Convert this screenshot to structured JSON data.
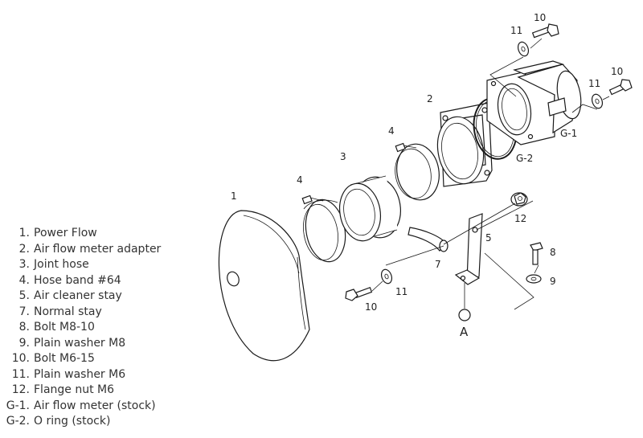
{
  "callouts": {
    "c1": "1",
    "c2": "2",
    "c3": "3",
    "c4a": "4",
    "c4b": "4",
    "c5": "5",
    "c7": "7",
    "c8": "8",
    "c9": "9",
    "c10a": "10",
    "c10b": "10",
    "c10c": "10",
    "c11a": "11",
    "c11b": "11",
    "c11c": "11",
    "c12": "12",
    "g1": "G-1",
    "g2": "G-2",
    "a": "A"
  },
  "legend": [
    {
      "num": "1.",
      "text": "Power Flow"
    },
    {
      "num": "2.",
      "text": "Air flow meter adapter"
    },
    {
      "num": "3.",
      "text": "Joint hose"
    },
    {
      "num": "4.",
      "text": "Hose band  #64"
    },
    {
      "num": "5.",
      "text": "Air cleaner stay"
    },
    {
      "num": "7.",
      "text": "Normal stay"
    },
    {
      "num": "8.",
      "text": "Bolt  M8-10"
    },
    {
      "num": "9.",
      "text": "Plain washer  M8"
    },
    {
      "num": "10.",
      "text": "Bolt  M6-15"
    },
    {
      "num": "11.",
      "text": "Plain washer  M6"
    },
    {
      "num": "12.",
      "text": "Flange nut  M6"
    },
    {
      "num": "G-1.",
      "text": "Air flow meter (stock)"
    },
    {
      "num": "G-2.",
      "text": "O ring (stock)"
    }
  ]
}
